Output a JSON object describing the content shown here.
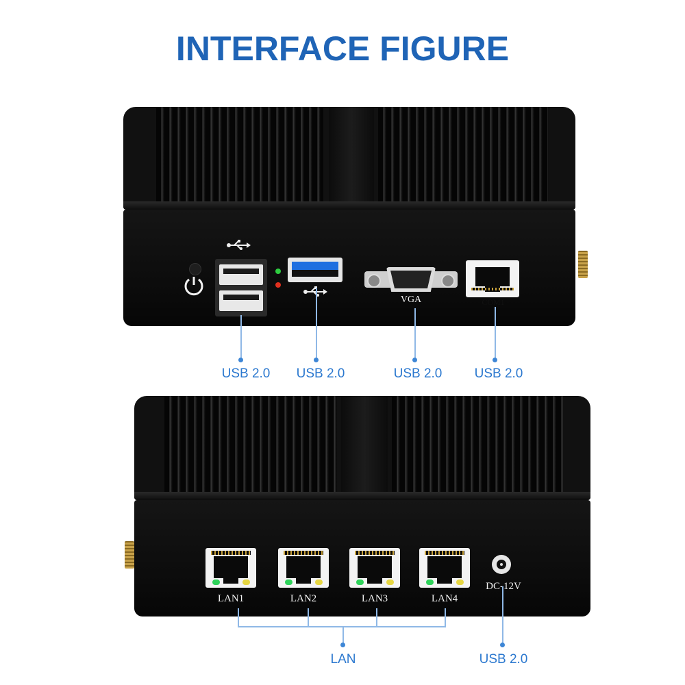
{
  "title": "INTERFACE FIGURE",
  "front_panel": {
    "ports": {
      "vga_label": "VGA",
      "com_label": "COM1"
    },
    "callouts": [
      {
        "label": "USB 2.0"
      },
      {
        "label": "USB 2.0"
      },
      {
        "label": "USB 2.0"
      },
      {
        "label": "USB 2.0"
      }
    ],
    "icons": [
      "power-icon",
      "usb-icon",
      "antenna-connector"
    ],
    "led_colors": {
      "top": "#2ecc40",
      "bottom": "#e0301e"
    }
  },
  "back_panel": {
    "lan_ports": [
      {
        "label": "LAN1"
      },
      {
        "label": "LAN2"
      },
      {
        "label": "LAN3"
      },
      {
        "label": "LAN4"
      }
    ],
    "dc_label": "DC-12V",
    "callouts": [
      {
        "label": "LAN"
      },
      {
        "label": "USB 2.0"
      }
    ]
  },
  "colors": {
    "accent": "#1f64b6",
    "callout_text": "#2b78cf",
    "callout_line": "#8fb8e6",
    "usb3_blue": "#1f6fe0"
  }
}
